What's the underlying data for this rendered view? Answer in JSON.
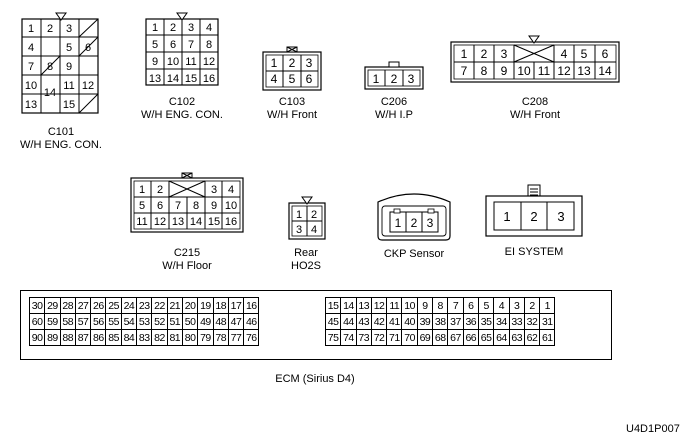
{
  "connectors": {
    "c101": {
      "name": "C101",
      "desc": "W/H ENG. CON.",
      "rows": [
        [
          "1",
          "2",
          "3",
          ""
        ],
        [
          "4",
          "",
          "5",
          "6"
        ],
        [
          "7",
          "8",
          "9",
          ""
        ],
        [
          "10",
          "14",
          "",
          "11",
          "12"
        ],
        [
          "13",
          "",
          "15",
          ""
        ]
      ]
    },
    "c102": {
      "name": "C102",
      "desc": "W/H ENG. CON.",
      "rows": [
        [
          "1",
          "2",
          "3",
          "4"
        ],
        [
          "5",
          "6",
          "7",
          "8"
        ],
        [
          "9",
          "10",
          "11",
          "12"
        ],
        [
          "13",
          "14",
          "15",
          "16"
        ]
      ]
    },
    "c103": {
      "name": "C103",
      "desc": "W/H Front",
      "rows": [
        [
          "1",
          "2",
          "3"
        ],
        [
          "4",
          "5",
          "6"
        ]
      ]
    },
    "c206": {
      "name": "C206",
      "desc": "W/H I.P",
      "rows": [
        [
          "1",
          "2",
          "3"
        ]
      ]
    },
    "c208": {
      "name": "C208",
      "desc": "W/H Front",
      "rows": [
        [
          "1",
          "2",
          "3",
          "",
          "4",
          "5",
          "6"
        ],
        [
          "7",
          "8",
          "9",
          "10",
          "11",
          "12",
          "13",
          "14"
        ]
      ]
    },
    "c215": {
      "name": "C215",
      "desc": "W/H Floor",
      "rows": [
        [
          "1",
          "2",
          "",
          "3",
          "4"
        ],
        [
          "5",
          "6",
          "7",
          "8",
          "9",
          "10"
        ],
        [
          "11",
          "12",
          "13",
          "14",
          "15",
          "16"
        ]
      ]
    },
    "rear_ho2s": {
      "name": "Rear",
      "desc": "HO2S",
      "rows": [
        [
          "1",
          "2"
        ],
        [
          "3",
          "4"
        ]
      ]
    },
    "ckp": {
      "name": "CKP Sensor",
      "pins": [
        "1",
        "2",
        "3"
      ]
    },
    "ei": {
      "name": "EI SYSTEM",
      "pins": [
        "1",
        "2",
        "3"
      ]
    }
  },
  "ecm": {
    "name": "ECM (Sirius D4)",
    "left_rows": [
      [
        "30",
        "29",
        "28",
        "27",
        "26",
        "25",
        "24",
        "23",
        "22",
        "21",
        "20",
        "19",
        "18",
        "17",
        "16"
      ],
      [
        "60",
        "59",
        "58",
        "57",
        "56",
        "55",
        "54",
        "53",
        "52",
        "51",
        "50",
        "49",
        "48",
        "47",
        "46"
      ],
      [
        "90",
        "89",
        "88",
        "87",
        "86",
        "85",
        "84",
        "83",
        "82",
        "81",
        "80",
        "79",
        "78",
        "77",
        "76"
      ]
    ],
    "right_rows": [
      [
        "15",
        "14",
        "13",
        "12",
        "11",
        "10",
        "9",
        "8",
        "7",
        "6",
        "5",
        "4",
        "3",
        "2",
        "1"
      ],
      [
        "45",
        "44",
        "43",
        "42",
        "41",
        "40",
        "39",
        "38",
        "37",
        "36",
        "35",
        "34",
        "33",
        "32",
        "31"
      ],
      [
        "75",
        "74",
        "73",
        "72",
        "71",
        "70",
        "69",
        "68",
        "67",
        "66",
        "65",
        "64",
        "63",
        "62",
        "61"
      ]
    ]
  },
  "figure_code": "U4D1P007"
}
